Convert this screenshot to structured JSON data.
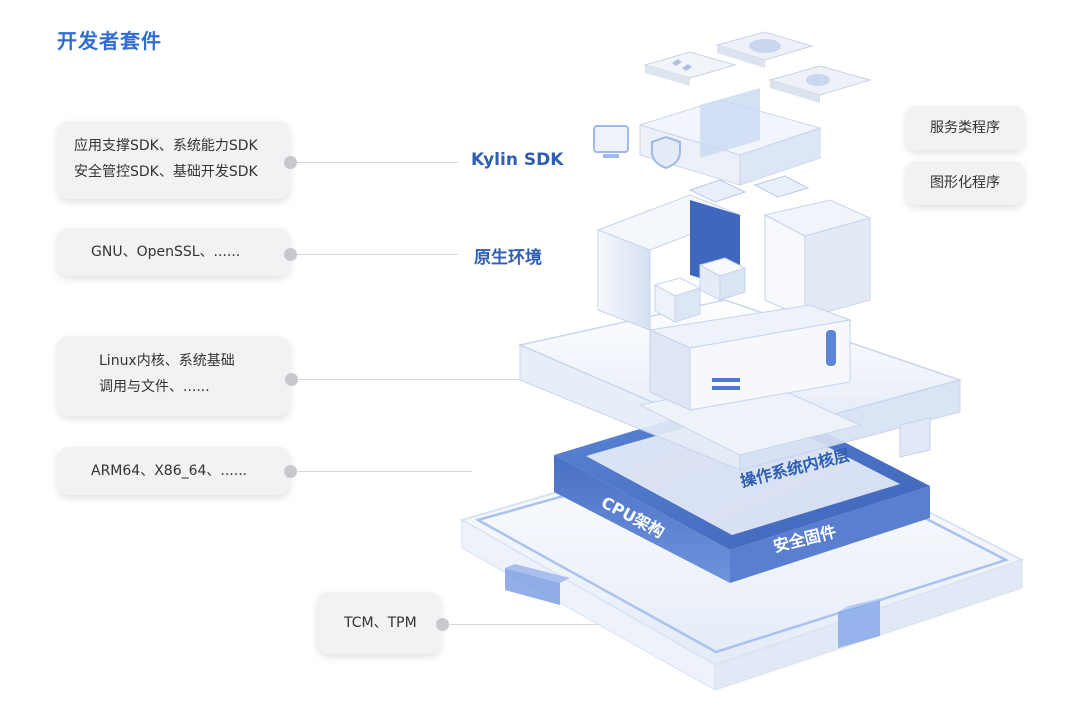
{
  "title": "开发者套件",
  "left_cards": [
    {
      "lines": [
        "应用支撑SDK、系统能力SDK",
        "安全管控SDK、基础开发SDK"
      ]
    },
    {
      "lines": [
        "GNU、OpenSSL、......"
      ]
    },
    {
      "lines": [
        "Linux内核、系统基础",
        "调用与文件、......"
      ]
    },
    {
      "lines": [
        "ARM64、X86_64、......"
      ]
    },
    {
      "lines": [
        "TCM、TPM"
      ]
    }
  ],
  "layers": {
    "sdk": "Kylin SDK",
    "native": "原生环境",
    "kernel": "操作系统内核层",
    "cpu": "CPU架构",
    "firmware": "安全固件"
  },
  "right_cards": [
    "服务类程序",
    "图形化程序"
  ],
  "colors": {
    "accent": "#2f6dd1",
    "label": "#2e5fb3",
    "base_blue": "#4f78cf",
    "glass": "#eef3fb"
  }
}
